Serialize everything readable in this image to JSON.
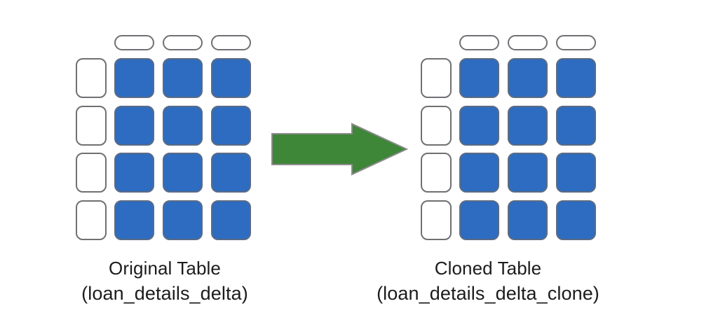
{
  "diagram": {
    "type": "table-clone-flow",
    "background_color": "#ffffff",
    "arrow": {
      "icon": "right-arrow-icon",
      "direction": "right",
      "color": "#3e8638",
      "stroke_color": "#8b8b8b"
    },
    "palette": {
      "data_cell_fill": "#2d6cc0",
      "data_cell_border": "#5b6b85",
      "empty_cell_fill": "#ffffff",
      "empty_cell_border": "#6f7073",
      "text_color": "#1c1c1c"
    },
    "tables": [
      {
        "id": "original",
        "caption_title": "Original Table",
        "caption_subtitle": "(loan_details_delta)",
        "columns": 3,
        "rows": 4,
        "has_header_row": true,
        "has_row_label_column": true,
        "header_cells": [
          "",
          "",
          ""
        ],
        "row_labels": [
          "",
          "",
          "",
          ""
        ],
        "cells": [
          [
            "",
            "",
            ""
          ],
          [
            "",
            "",
            ""
          ],
          [
            "",
            "",
            ""
          ],
          [
            "",
            "",
            ""
          ]
        ]
      },
      {
        "id": "clone",
        "caption_title": "Cloned Table",
        "caption_subtitle": "(loan_details_delta_clone)",
        "columns": 3,
        "rows": 4,
        "has_header_row": true,
        "has_row_label_column": true,
        "header_cells": [
          "",
          "",
          ""
        ],
        "row_labels": [
          "",
          "",
          "",
          ""
        ],
        "cells": [
          [
            "",
            "",
            ""
          ],
          [
            "",
            "",
            ""
          ],
          [
            "",
            "",
            ""
          ],
          [
            "",
            "",
            ""
          ]
        ]
      }
    ]
  }
}
